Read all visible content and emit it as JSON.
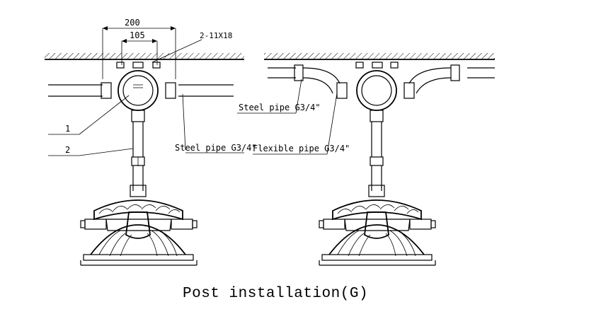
{
  "caption": "Post installation(G)",
  "dimensions": {
    "outer": "200",
    "inner": "105",
    "bolt": "2-11X18"
  },
  "left_assembly": {
    "callout_1": "1",
    "callout_2": "2",
    "pipe_label": "Steel pipe G3/4\""
  },
  "right_assembly": {
    "steel_pipe_label": "Steel pipe G3/4\"",
    "flexible_pipe_label": "Flexible pipe G3/4\""
  }
}
